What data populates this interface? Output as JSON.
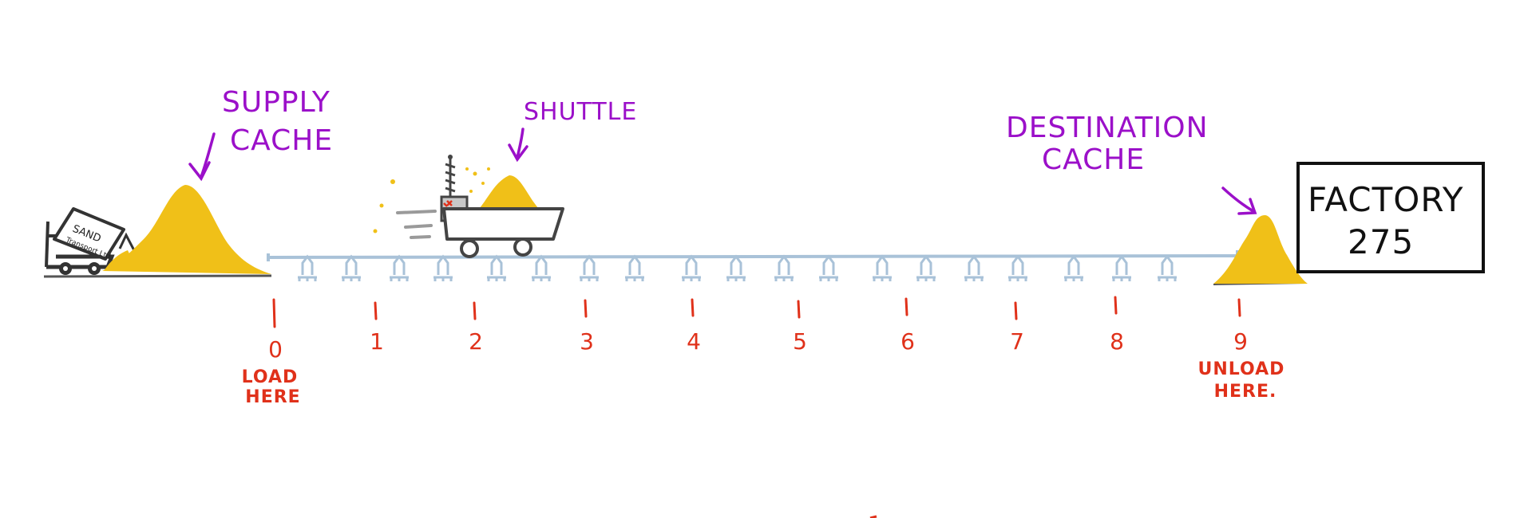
{
  "labels": {
    "supply_line1": "SUPPLY",
    "supply_line2": "CACHE",
    "shuttle": "SHUTTLE",
    "destination_line1": "DESTINATION",
    "destination_line2": "CACHE",
    "factory_line1": "FACTORY",
    "factory_line2": "275",
    "load_line1": "LOAD",
    "load_line2": "HERE",
    "unload_line1": "UNLOAD",
    "unload_line2": "HERE.",
    "truck_line1": "SAND",
    "truck_line2": "Transport Ltd."
  },
  "track": {
    "positions": [
      "0",
      "1",
      "2",
      "3",
      "4",
      "5",
      "6",
      "7",
      "8",
      "9"
    ]
  },
  "colors": {
    "label_purple": "#9b10c9",
    "marker_red": "#e0311a",
    "sand_yellow": "#f0c018",
    "track_blue": "#a9c2d8",
    "ink": "#2b2b2b",
    "shuttle_gray": "#c8c8c8"
  },
  "icons": [
    "sand-truck-icon",
    "sand-pile-icon",
    "shuttle-cart-icon",
    "factory-box",
    "rail-support-icon"
  ]
}
